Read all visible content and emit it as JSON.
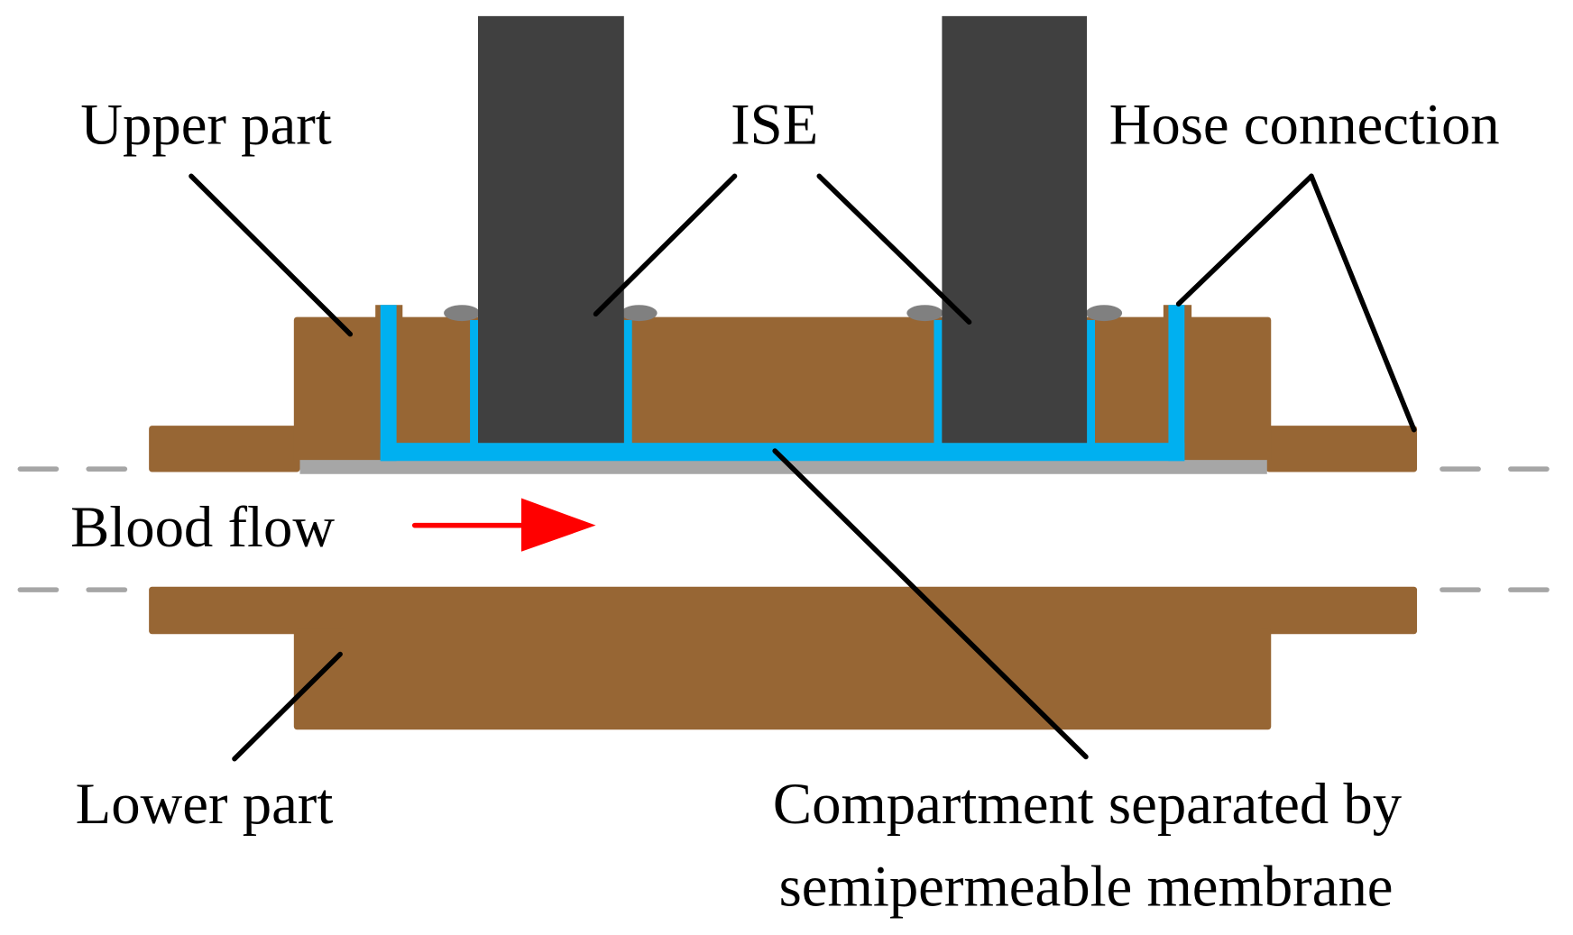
{
  "figure": {
    "title": "Blood ion measurement cell cross-section",
    "labels": {
      "upper_part": "Upper part",
      "ise": "ISE",
      "hose_connection": "Hose connection",
      "blood_flow": "Blood flow",
      "lower_part": "Lower part",
      "compartment_line1": "Compartment separated by",
      "compartment_line2": "semipermeable membrane"
    },
    "colors": {
      "housing": "#976634",
      "electrode": "#404040",
      "fluid_channel": "#00b0f0",
      "membrane": "#a6a6a6",
      "o_ring": "#808080",
      "flow_arrow": "#ff0000",
      "flow_boundary": "#a6a6a6"
    }
  }
}
